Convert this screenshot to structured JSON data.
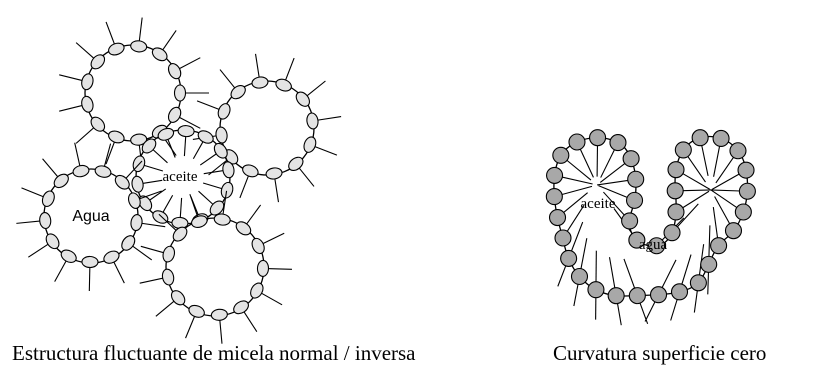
{
  "left_diagram": {
    "label_oil": "aceite",
    "label_water": "Agua",
    "caption": "Estructura fluctuante de micela normal / inversa"
  },
  "right_diagram": {
    "label_oil": "aceite",
    "label_water": "agua",
    "caption": "Curvatura superficie cero"
  },
  "colors": {
    "line": "#000000",
    "head_fill_left": "#e4e4e4",
    "head_fill_right": "#a8a8a8",
    "background": "#ffffff"
  }
}
